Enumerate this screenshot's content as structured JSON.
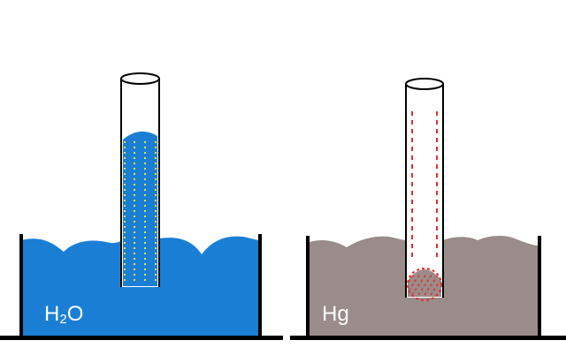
{
  "left_beaker": {
    "label_main": "H",
    "label_sub": "2",
    "label_end": "O",
    "liquid_color": "#1a7fd4",
    "marker_color": "#e8e04a"
  },
  "right_beaker": {
    "label": "Hg",
    "liquid_color": "#9a8c8a",
    "marker_color": "#e03030"
  },
  "colors": {
    "container": "#000000",
    "tube_fill": "#ffffff",
    "tube_outline": "#000000"
  }
}
